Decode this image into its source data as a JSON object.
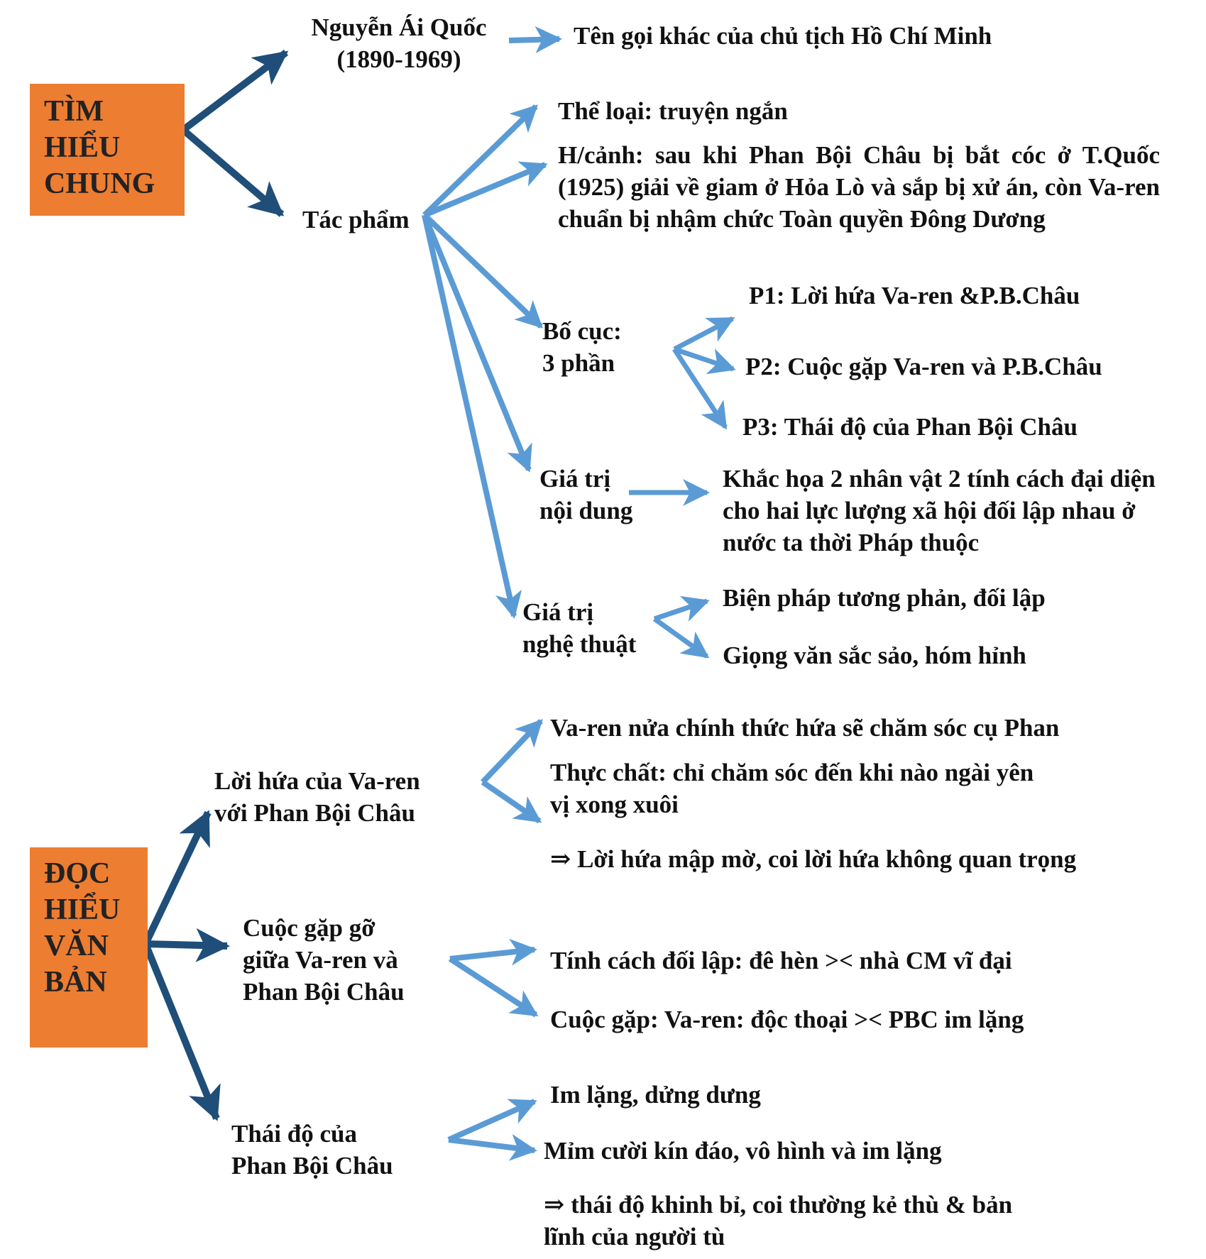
{
  "colors": {
    "box": "#ED7D31",
    "arrow_dark": "#1F4E79",
    "arrow_light": "#5B9BD5"
  },
  "tim_hieu_chung": {
    "box_label": "TÌM\nHIỂU\nCHUNG",
    "author": {
      "label": "Nguyễn Ái Quốc\n(1890-1969)",
      "detail": "Tên gọi khác của chủ tịch Hồ Chí Minh"
    },
    "work": {
      "label": "Tác phẩm",
      "genre": "Thể loại: truyện ngắn",
      "context": "H/cảnh: sau khi Phan Bội Châu bị bắt cóc ở T.Quốc (1925) giải về giam ở Hỏa Lò và sắp bị xử án, còn Va-ren chuẩn bị nhậm chức Toàn quyền Đông Dương",
      "layout": {
        "label": "Bố cục:\n3 phần",
        "parts": [
          "P1: Lời hứa Va-ren &P.B.Châu",
          "P2: Cuộc gặp Va-ren và P.B.Châu",
          "P3: Thái độ của Phan Bội Châu"
        ]
      },
      "content_value": {
        "label": "Giá trị\nnội dung",
        "detail": "Khắc họa 2 nhân vật 2 tính cách đại diện cho hai lực lượng xã hội đối lập nhau ở nước ta thời Pháp thuộc"
      },
      "art_value": {
        "label": "Giá trị\nnghệ thuật",
        "items": [
          "Biện pháp tương phản, đối lập",
          "Giọng văn sắc sảo, hóm hỉnh"
        ]
      }
    }
  },
  "doc_hieu_van_ban": {
    "box_label": "ĐỌC\nHIỂU\nVĂN\nBẢN",
    "promise": {
      "label": "Lời hứa của Va-ren\nvới Phan Bội Châu",
      "items": [
        "Va-ren nửa chính thức hứa sẽ chăm sóc cụ Phan",
        "Thực chất: chỉ chăm sóc đến khi nào ngài yên\nvị xong xuôi"
      ],
      "conclusion": "⇒ Lời hứa mập mờ, coi lời hứa không quan trọng"
    },
    "meeting": {
      "label": "Cuộc gặp gỡ\ngiữa Va-ren và\nPhan Bội Châu",
      "items": [
        "Tính cách đối lập: đê hèn >< nhà CM vĩ đại",
        "Cuộc gặp: Va-ren: độc thoại >< PBC im lặng"
      ]
    },
    "attitude": {
      "label": "Thái độ của\nPhan Bội Châu",
      "items": [
        "Im lặng, dửng dưng",
        "Mỉm cười kín đáo, vô hình và im lặng"
      ],
      "conclusion": "⇒ thái độ khinh bỉ, coi thường kẻ thù & bản\nlĩnh của người tù"
    }
  }
}
